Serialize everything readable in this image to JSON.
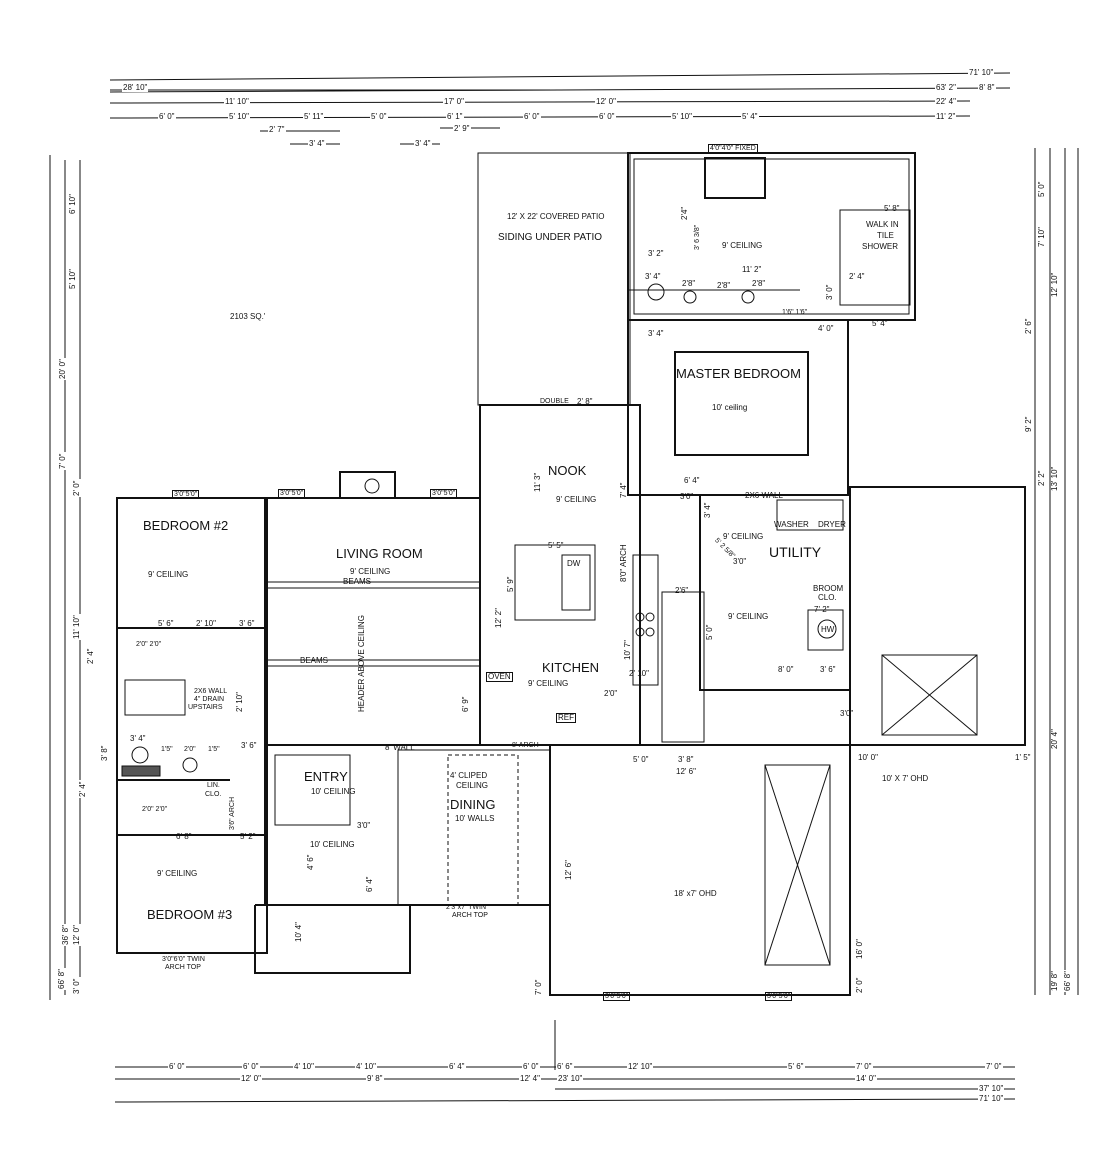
{
  "rooms": {
    "patio": "12' X 22' COVERED PATIO",
    "siding": "SIDING UNDER PATIO",
    "sqft": "2103 SQ.'",
    "bath_ceiling": "9' CEILING",
    "shower_1": "WALK IN",
    "shower_2": "TILE",
    "shower_3": "SHOWER",
    "master_bedroom": "MASTER BEDROOM",
    "master_ceiling": "10' ceiling",
    "nook": "NOOK",
    "nook_ceiling": "9' CEILING",
    "double": "DOUBLE",
    "bedroom2": "BEDROOM #2",
    "bedroom2_ceiling": "9' CEILING",
    "living_room": "LIVING ROOM",
    "living_ceiling": "9' CEILING",
    "beams_1": "BEAMS",
    "beams_2": "BEAMS",
    "header": "HEADER ABOVE CEILING",
    "kitchen": "KITCHEN",
    "kitchen_ceiling": "9' CEILING",
    "oven": "OVEN",
    "ref": "REF",
    "dw": "DW",
    "arch": "8'0\" ARCH",
    "utility": "UTILITY",
    "utility_ceiling": "9' CEILING",
    "utility_ceiling_2": "9' CEILING",
    "washer": "WASHER",
    "dryer": "DRYER",
    "wall_2x6": "2X6 WALL",
    "broom_1": "BROOM",
    "broom_2": "CLO.",
    "hw": "HW",
    "bath_wall_1": "2X6 WALL",
    "bath_wall_2": "4\" DRAIN",
    "bath_wall_3": "UPSTAIRS",
    "lin_1": "LIN.",
    "lin_2": "CLO.",
    "wall_8": "8' WALL",
    "arch_8": "8' ARCH",
    "entry": "ENTRY",
    "entry_ceiling": "10' CEILING",
    "entry_ceiling_2": "10' CEILING",
    "arch_36": "3'6\" ARCH",
    "dining_clip_1": "4' CLIPED",
    "dining_clip_2": "CEILING",
    "dining": "DINING",
    "dining_walls": "10' WALLS",
    "bedroom3": "BEDROOM #3",
    "bedroom3_ceiling": "9' CEILING",
    "garage_door": "18' x7' OHD",
    "garage_door_2": "10' X 7' OHD"
  },
  "windows": {
    "fixed": "4'0\"4'0\" FIXED",
    "w_bed2": "3'0\"5'0\"",
    "w_living1": "3'0\"5'0\"",
    "w_living2": "3'0\"5'0\"",
    "bed3_1": "3'0\"6'0\" TWIN",
    "bed3_2": "ARCH TOP",
    "dining_1": "2'3\"x7' TWIN",
    "dining_2": "ARCH TOP",
    "garage1": "3'0\"5'0\"",
    "garage2": "3'0\"5'0\""
  },
  "dims_top": [
    "71' 10\"",
    "28' 10\"",
    "63' 2\"",
    "8' 8\"",
    "11' 10\"",
    "17' 0\"",
    "12' 0\"",
    "22' 4\"",
    "6' 0\"",
    "5' 10\"",
    "5' 11\"",
    "5' 0\"",
    "6' 1\"",
    "6' 0\"",
    "6' 0\"",
    "5' 10\"",
    "5' 4\"",
    "11' 2\"",
    "2' 7\"",
    "2' 9\"",
    "3' 4\"",
    "3' 4\""
  ],
  "dims_bottom": [
    "6' 0\"",
    "6' 0\"",
    "4' 10\"",
    "4' 10\"",
    "6' 4\"",
    "6' 0\"",
    "6' 6\"",
    "12' 10\"",
    "5' 6\"",
    "7' 0\"",
    "7' 0\"",
    "12' 0\"",
    "9' 8\"",
    "12' 4\"",
    "23' 10\"",
    "14' 0\"",
    "37' 10\"",
    "71' 10\""
  ],
  "dims_left": [
    "6' 10\"",
    "5' 10\"",
    "20' 0\"",
    "7' 0\"",
    "2' 0\"",
    "11' 10\"",
    "2' 4\"",
    "3' 8\"",
    "2' 4\"",
    "12' 0\"",
    "36' 8\"",
    "3' 0\"",
    "66' 8\""
  ],
  "dims_right": [
    "5' 0\"",
    "7' 10\"",
    "12' 10\"",
    "2' 6\"",
    "9' 2\"",
    "2' 2\"",
    "13' 10\"",
    "20' 4\"",
    "16' 0\"",
    "2' 0\"",
    "19' 8\"",
    "66' 8\""
  ],
  "dims_inner": [
    "3' 2\"",
    "11' 2\"",
    "3' 4\"",
    "2'8\"",
    "2'8\"",
    "2'8\"",
    "1'6\" 1'6\"",
    "4' 0\"",
    "5' 4\"",
    "3' 4\"",
    "5' 8\"",
    "2' 4\"",
    "3' 0\"",
    "2'4\"",
    "3' 6 3/8\"",
    "2' 8\"",
    "11' 3\"",
    "5' 5\"",
    "5' 9\"",
    "12' 2\"",
    "6' 4\"",
    "3'0\"",
    "7' 4\"",
    "3'0\"",
    "3' 4\"",
    "5' 2 5/8\"",
    "7' 2\"",
    "8' 0\"",
    "3' 6\"",
    "10' 7\"",
    "2'6\"",
    "5' 0\"",
    "2' 10\"",
    "2'0\"",
    "5' 0\"",
    "3' 8\"",
    "12' 6\"",
    "10' 0\"",
    "1' 5\"",
    "3'0\"",
    "5' 6\"",
    "2' 10\"",
    "3' 6\"",
    "2'0\" 2'0\"",
    "2' 10\"",
    "3' 6\"",
    "3' 4\"",
    "1'5\"",
    "2'0\"",
    "1'5\"",
    "2'0\" 2'0\"",
    "6' 8\"",
    "5' 2\"",
    "3'0\"",
    "6' 9\"",
    "4' 6\"",
    "6' 4\"",
    "10' 4\"",
    "12' 6\"",
    "7' 0\""
  ]
}
